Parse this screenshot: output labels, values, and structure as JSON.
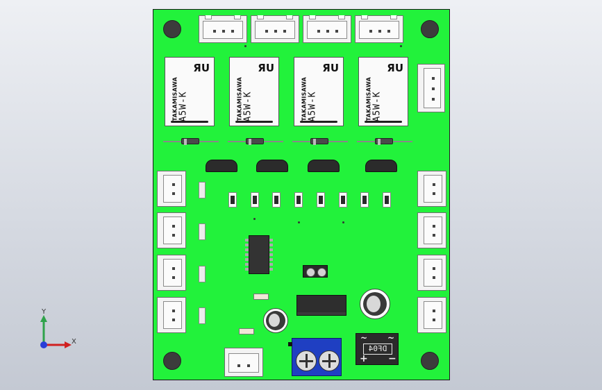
{
  "board": {
    "relays": [
      {
        "brand": "TAKAMISAWA",
        "model": "A5W-K",
        "logo": "ЯU"
      },
      {
        "brand": "TAKAMISAWA",
        "model": "A5W-K",
        "logo": "ЯU"
      },
      {
        "brand": "TAKAMISAWA",
        "model": "A5W-K",
        "logo": "ЯU"
      },
      {
        "brand": "TAKAMISAWA",
        "model": "A5W-K",
        "logo": "ЯU"
      }
    ],
    "bridge_rectifier": {
      "label": "DF04",
      "plus": "+",
      "minus": "−",
      "ac": "~"
    }
  },
  "view_triad": {
    "y_label": "Y",
    "x_label": "X"
  },
  "colors": {
    "pcb": "#22f23b",
    "terminal": "#1f3fc2",
    "background": "#d6dae2"
  }
}
